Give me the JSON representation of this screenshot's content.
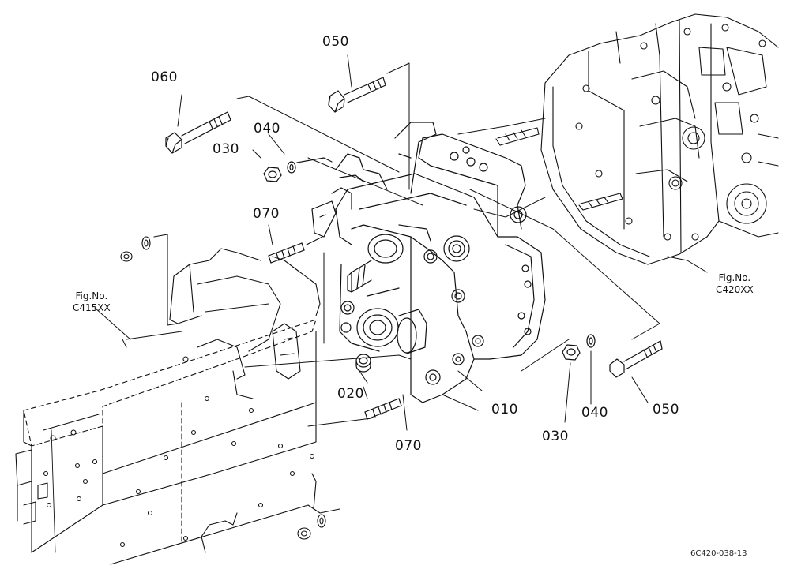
{
  "callouts": {
    "p050_top": "050",
    "p060": "060",
    "p040_top": "040",
    "p030_top": "030",
    "p070_top": "070",
    "p020": "020",
    "p010": "010",
    "p070_bottom": "070",
    "p030_bottom": "030",
    "p040_bottom": "040",
    "p050_bottom": "050"
  },
  "figure_refs": {
    "left": {
      "line1": "Fig.No.",
      "line2": "C415XX"
    },
    "right": {
      "line1": "Fig.No.",
      "line2": "C420XX"
    }
  },
  "drawing_code": "6C420-038-13"
}
